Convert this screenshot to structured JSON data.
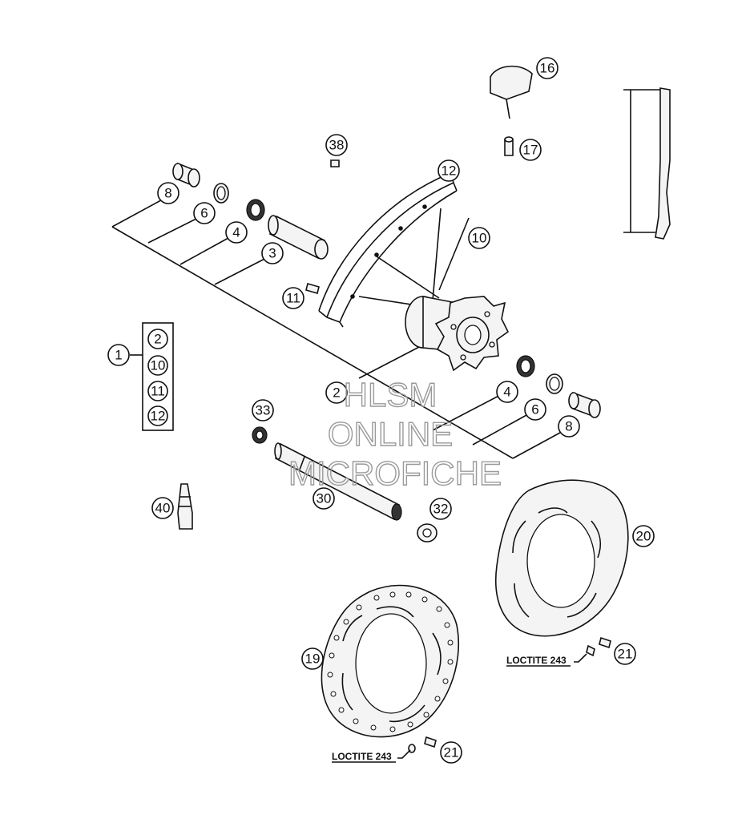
{
  "callouts": {
    "c1": "1",
    "kit": [
      "2",
      "10",
      "11",
      "12"
    ],
    "c2": "2",
    "c3": "3",
    "c4a": "4",
    "c4b": "4",
    "c6a": "6",
    "c6b": "6",
    "c8a": "8",
    "c8b": "8",
    "c10": "10",
    "c11": "11",
    "c12": "12",
    "c16": "16",
    "c17": "17",
    "c19": "19",
    "c20": "20",
    "c21a": "21",
    "c21b": "21",
    "c30": "30",
    "c32": "32",
    "c33": "33",
    "c38": "38",
    "c40": "40"
  },
  "notes": {
    "loctite_1": "LOCTITE 243",
    "loctite_2": "LOCTITE 243"
  },
  "watermark": {
    "line1": "HLSM",
    "line2": "ONLINE",
    "line3": "MICROFICHE"
  }
}
